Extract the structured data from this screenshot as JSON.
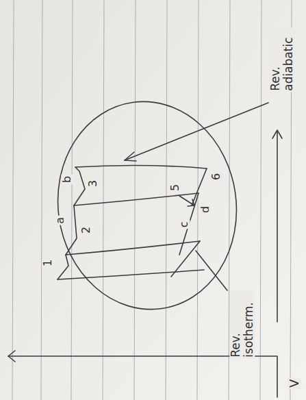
{
  "diagram": {
    "labels": [
      "1",
      "a",
      "2",
      "b",
      "3",
      "5",
      "c",
      "d",
      "6",
      "Rev. adiabatic",
      "Rev. isotherm.",
      "V"
    ]
  }
}
